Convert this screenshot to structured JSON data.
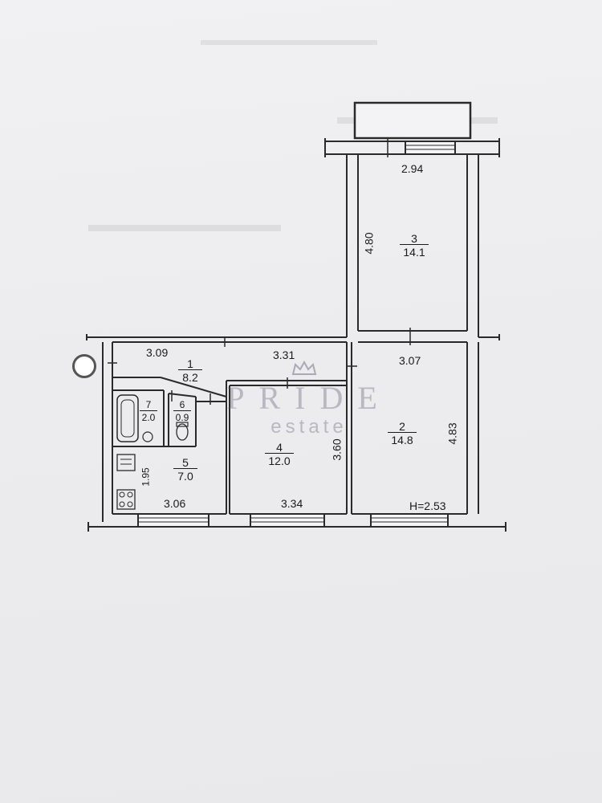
{
  "plan": {
    "ceiling_height": "H=2.53",
    "rooms": [
      {
        "id": "room-1",
        "number": "1",
        "area": "8.2"
      },
      {
        "id": "room-2",
        "number": "2",
        "area": "14.8"
      },
      {
        "id": "room-3",
        "number": "3",
        "area": "14.1"
      },
      {
        "id": "room-4",
        "number": "4",
        "area": "12.0"
      },
      {
        "id": "room-5",
        "number": "5",
        "area": "7.0"
      },
      {
        "id": "room-6",
        "number": "6",
        "area": "0.9"
      },
      {
        "id": "room-7",
        "number": "7",
        "area": "2.0"
      }
    ],
    "dimensions": {
      "room3_width": "2.94",
      "room3_length": "4.80",
      "hall_left": "3.09",
      "hall_right": "3.31",
      "room2_width": "3.07",
      "room2_length": "4.83",
      "room4_length": "3.60",
      "room4_width": "3.34",
      "kitchen_width": "3.06",
      "kitchen_length": "1.95"
    }
  },
  "watermark": {
    "main": "PRIDE",
    "sub": "estate"
  },
  "colors": {
    "wall": "#2a2a2a",
    "paper": "#eeeef0",
    "watermark": "#5a5a6e"
  }
}
